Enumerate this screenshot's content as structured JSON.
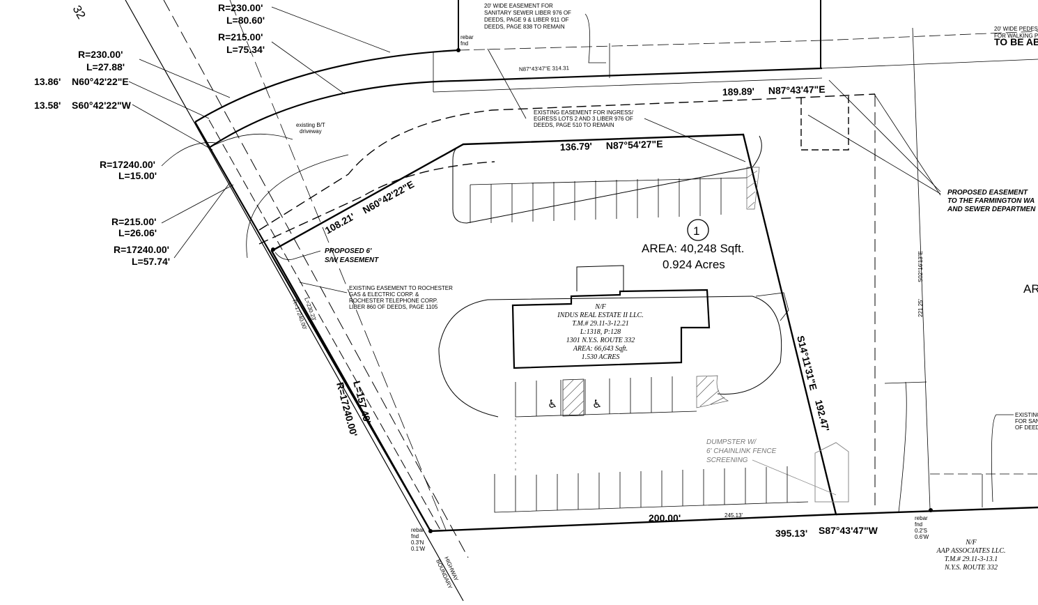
{
  "curve_labels": {
    "r230_top": "R=230.00'",
    "l80": "L=80.60'",
    "r215_top": "R=215.00'",
    "l75": "L=75.34'",
    "r230_left": "R=230.00'",
    "l27": "L=27.88'",
    "d1386": "13.86'",
    "b_n604222": "N60°42'22\"E",
    "d1358": "13.58'",
    "b_s604222": "S60°42'22\"W",
    "r17240_a": "R=17240.00'",
    "l15": "L=15.00'",
    "r215_b": "R=215.00'",
    "l26": "L=26.06'",
    "r17240_b": "R=17240.00'",
    "l57": "L=57.74'"
  },
  "bearings": {
    "n874347_314": "N87°43'47\"E 314.31",
    "d18989": "189.89'",
    "n874347": "N87°43'47\"E",
    "d13679": "136.79'",
    "n875427": "N87°54'27\"E",
    "d10821": "108.21'",
    "n604222b": "N60°42'22\"E",
    "s141131": "S14°11'31\"E",
    "d19247": "192.47'",
    "d20000": "200.00'",
    "d24513": "245.13'",
    "d39513": "395.13'",
    "s874347": "S87°43'47\"W",
    "d22125": "221.25'",
    "s021613": "S02°16'13\"E",
    "l15749": "L=157.49'",
    "r17240_c": "R=17240.00'",
    "l23023": "L=230.23'",
    "r17240_d": "R=17240.00'"
  },
  "notes": {
    "sewer": [
      "20' WIDE EASEMENT FOR",
      "SANITARY SEWER LIBER 976 OF",
      "DEEDS, PAGE 9 & LIBER 911 OF",
      "DEEDS, PAGE 838 TO REMAIN"
    ],
    "ped": [
      "20' WIDE PEDES",
      "FOR WALKING P"
    ],
    "ped_bold": "TO BE ABA",
    "rebar_top": [
      "rebar",
      "fnd"
    ],
    "ingress": [
      "EXISTING EASEMENT FOR INGRESS/",
      "EGRESS LOTS 2 AND 3 LIBER 976 OF",
      "DEEDS, PAGE 510 TO REMAIN"
    ],
    "driveway": [
      "existing B/T",
      "driveway"
    ],
    "farmington": [
      "PROPOSED EASEMENT",
      "TO THE FARMINGTON WA",
      "AND SEWER DEPARTMEN"
    ],
    "sw": [
      "PROPOSED 6'",
      "S/W EASEMENT"
    ],
    "rge": [
      "EXISTING EASEMENT TO ROCHESTER",
      "GAS & ELECTRIC CORP. &",
      "ROCHESTER TELEPHONE CORP.",
      "LIBER 860 OF DEEDS, PAGE 1105"
    ],
    "dumpster": [
      "DUMPSTER W/",
      "6' CHAINLINK FENCE",
      "SCREENING"
    ],
    "rebar_bl": [
      "rebar",
      "fnd",
      "0.3'N",
      "0.1'W"
    ],
    "rebar_br": [
      "rebar",
      "fnd",
      "0.2'S",
      "0.6'W"
    ],
    "highway": [
      "HIGHWAY",
      "BOUNDARY"
    ],
    "existing_right": [
      "EXISTING",
      "FOR SAN",
      "OF DEED"
    ],
    "ar": "AR",
    "route": "32"
  },
  "lot": {
    "number": "1",
    "area": "AREA: 40,248 Sqft.",
    "acres": "0.924 Acres"
  },
  "parcel": [
    "N/F",
    "INDUS REAL ESTATE II LLC.",
    "T.M.# 29.11-3-12.21",
    "L:1318, P:128",
    "1301 N.Y.S. ROUTE 332",
    "AREA: 66,643 Sqft.",
    "1.530 ACRES"
  ],
  "neighbor": [
    "N/F",
    "AAP ASSOCIATES LLC.",
    "T.M.# 29.11-3-13.1",
    "N.Y.S. ROUTE 332"
  ]
}
